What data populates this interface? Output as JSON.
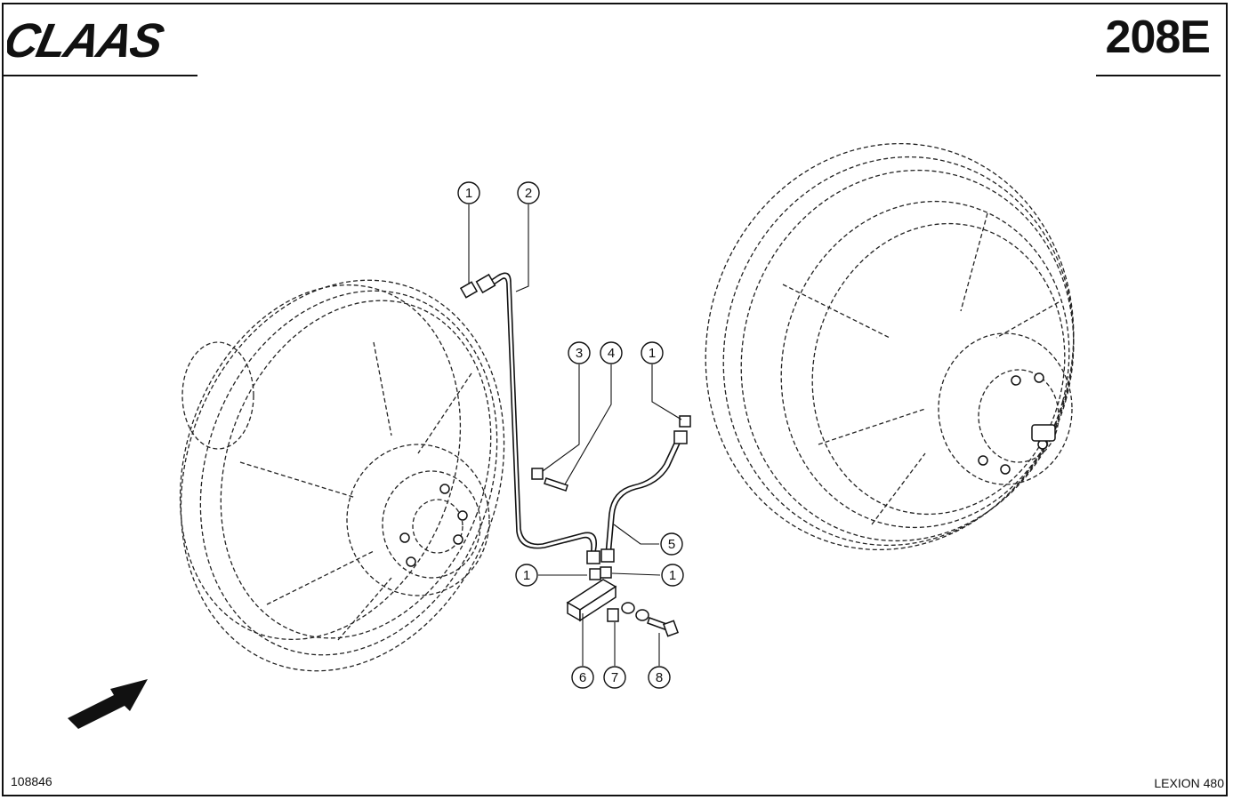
{
  "header": {
    "brand": "CLAAS",
    "page_code": "208E"
  },
  "footer": {
    "drawing_number": "108846",
    "model": "LEXION 480"
  },
  "callouts": [
    {
      "num": "1"
    },
    {
      "num": "2"
    },
    {
      "num": "3"
    },
    {
      "num": "4"
    },
    {
      "num": "1"
    },
    {
      "num": "5"
    },
    {
      "num": "1"
    },
    {
      "num": "1"
    },
    {
      "num": "6"
    },
    {
      "num": "7"
    },
    {
      "num": "8"
    }
  ],
  "colors": {
    "ink": "#111111",
    "paper": "#ffffff"
  },
  "icons": {
    "direction": "forward-arrow-icon"
  }
}
